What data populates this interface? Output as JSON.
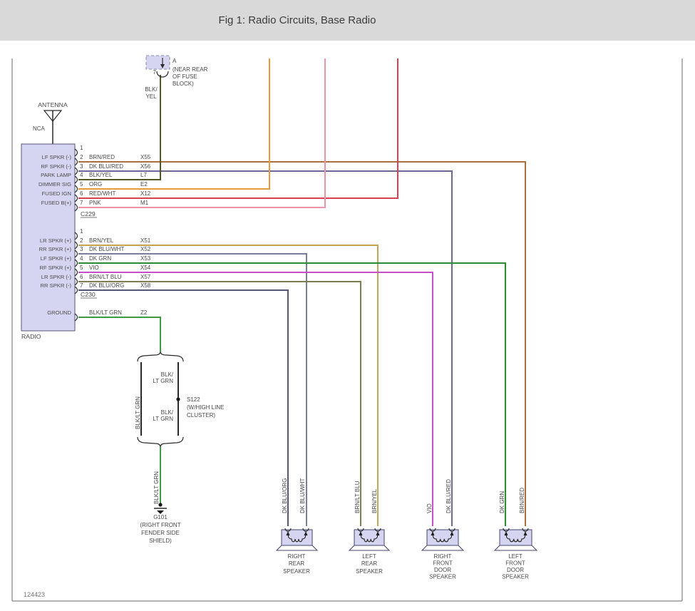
{
  "title": "Fig 1: Radio Circuits, Base Radio",
  "footer_id": "124423",
  "fuse_connector": {
    "name": "A",
    "pin": "7",
    "location_lines": [
      "(NEAR REAR",
      "OF FUSE",
      "BLOCK)"
    ],
    "wire_lines": [
      "BLK/",
      "YEL"
    ]
  },
  "antenna": {
    "label": "ANTENNA",
    "note": "NCA"
  },
  "radio": {
    "label": "RADIO",
    "c229": {
      "label": "C229",
      "pins": [
        {
          "num": "1",
          "wire": "",
          "circuit": "",
          "signal": ""
        },
        {
          "num": "2",
          "wire": "BRN/RED",
          "circuit": "X55",
          "signal": "LF SPKR (-)"
        },
        {
          "num": "3",
          "wire": "DK BLU/RED",
          "circuit": "X56",
          "signal": "RF SPKR (-)"
        },
        {
          "num": "4",
          "wire": "BLK/YEL",
          "circuit": "L7",
          "signal": "PARK LAMP"
        },
        {
          "num": "5",
          "wire": "ORG",
          "circuit": "E2",
          "signal": "DIMMER SIG"
        },
        {
          "num": "6",
          "wire": "RED/WHT",
          "circuit": "X12",
          "signal": "FUSED IGN"
        },
        {
          "num": "7",
          "wire": "PNK",
          "circuit": "M1",
          "signal": "FUSED B(+)"
        }
      ]
    },
    "c230": {
      "label": "C230",
      "pins": [
        {
          "num": "1",
          "wire": "",
          "circuit": "",
          "signal": ""
        },
        {
          "num": "2",
          "wire": "BRN/YEL",
          "circuit": "X51",
          "signal": "LR SPKR (+)"
        },
        {
          "num": "3",
          "wire": "DK BLU/WHT",
          "circuit": "X52",
          "signal": "RR SPKR (+)"
        },
        {
          "num": "4",
          "wire": "DK GRN",
          "circuit": "X53",
          "signal": "LF SPKR (+)"
        },
        {
          "num": "5",
          "wire": "VIO",
          "circuit": "X54",
          "signal": "RF SPKR (+)"
        },
        {
          "num": "6",
          "wire": "BRN/LT BLU",
          "circuit": "X57",
          "signal": "LR SPKR (-)"
        },
        {
          "num": "7",
          "wire": "DK BLU/ORG",
          "circuit": "X58",
          "signal": "RR SPKR (-)"
        }
      ]
    },
    "ground": {
      "signal": "GROUND",
      "wire": "BLK/LT GRN",
      "circuit": "Z2"
    }
  },
  "splice": {
    "id": "S122",
    "note_lines": [
      "(W/HIGH LINE",
      "CLUSTER)"
    ],
    "left_wire": "BLK/LT GRN",
    "upper_wire_lines": [
      "BLK/",
      "LT GRN"
    ],
    "lower_wire_lines": [
      "BLK/",
      "LT GRN"
    ]
  },
  "ground_g101": {
    "id": "G101",
    "wire": "BLK/LT GRN",
    "location_lines": [
      "(RIGHT FRONT",
      "FENDER SIDE",
      "SHIELD)"
    ]
  },
  "speakers": [
    {
      "name_lines": [
        "RIGHT",
        "REAR",
        "SPEAKER"
      ],
      "left_wire": "DK BLU/ORG",
      "right_wire": "DK BLU/WHT"
    },
    {
      "name_lines": [
        "LEFT",
        "REAR",
        "SPEAKER"
      ],
      "left_wire": "BRN/LT BLU",
      "right_wire": "BRN/YEL"
    },
    {
      "name_lines": [
        "RIGHT",
        "FRONT",
        "DOOR",
        "SPEAKER"
      ],
      "left_wire": "VIO",
      "right_wire": "DK BLU/RED"
    },
    {
      "name_lines": [
        "LEFT",
        "FRONT",
        "DOOR",
        "SPEAKER"
      ],
      "left_wire": "DK GRN",
      "right_wire": "BRN/RED"
    }
  ],
  "colors": {
    "connector_fill": "#d5d5f2",
    "brn_red": "#aa6f3e",
    "dk_blu_red": "#6b6898",
    "blk_yel": "#55552a",
    "org": "#e69a38",
    "red_wht": "#d64254",
    "pnk": "#ef93ab",
    "brn_yel": "#c3a455",
    "dk_blu_wht": "#76809c",
    "dk_grn": "#2f8b33",
    "vio": "#c750c7",
    "brn_lt_blu": "#7d7d52",
    "dk_blu_org": "#555578",
    "blk_lt_grn": "#3f9b43"
  }
}
